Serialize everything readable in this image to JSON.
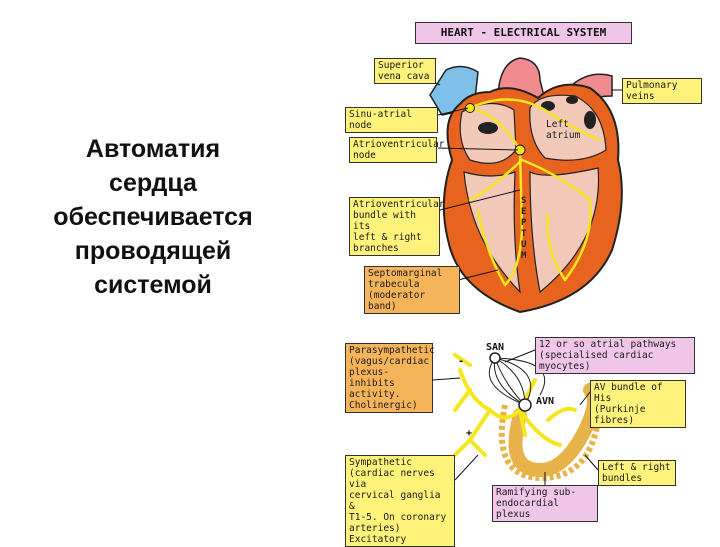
{
  "slide": {
    "title_lines": [
      "Автоматия",
      "сердца",
      "обеспечивается",
      "проводящей",
      "системой"
    ]
  },
  "heart": {
    "header": "HEART - ELECTRICAL SYSTEM",
    "labels": {
      "superior_vena_cava": [
        "Superior",
        "vena cava"
      ],
      "pulmonary_veins": [
        "Pulmonary",
        "veins"
      ],
      "sinu_atrial_node": [
        "Sinu-atrial node"
      ],
      "atrioventricular_node": [
        "Atrioventricular",
        "node"
      ],
      "av_bundle": [
        "Atrioventricular",
        "bundle with its",
        "left & right",
        "branches"
      ],
      "septomarginal": [
        "Septomarginal",
        "trabecula",
        "(moderator band)"
      ],
      "left_atrium": [
        "Left",
        "atrium"
      ],
      "septum": "SEPTUM"
    }
  },
  "conduction": {
    "san": "SAN",
    "avn": "AVN",
    "labels": {
      "parasympathetic": [
        "Parasympathetic",
        "(vagus/cardiac",
        "plexus- inhibits",
        "activity.",
        "Cholinergic)"
      ],
      "atrial_pathways": [
        "12 or so atrial pathways",
        "(specialised cardiac myocytes)"
      ],
      "av_bundle_his": [
        "AV bundle of His",
        "(Purkinje fibres)"
      ],
      "sympathetic": [
        "Sympathetic",
        "(cardiac nerves via",
        "cervical ganglia &",
        "T1-5. On coronary",
        "arteries) Excitatory"
      ],
      "left_right_bundles": [
        "Left & right",
        "bundles"
      ],
      "ramifying": [
        "Ramifying sub-",
        "endocardial plexus"
      ]
    },
    "minus_sign": "-",
    "plus_sign": "+"
  },
  "colors": {
    "label_yellow": "#fff27a",
    "label_orange": "#f6b45a",
    "label_pink": "#f0c6e8",
    "myocardium": "#e8641e",
    "chamber": "#f2c9b8",
    "vessel_blue": "#7ec0e8",
    "vessel_pink": "#f08c90",
    "conduction_yellow": "#f5e61e"
  }
}
